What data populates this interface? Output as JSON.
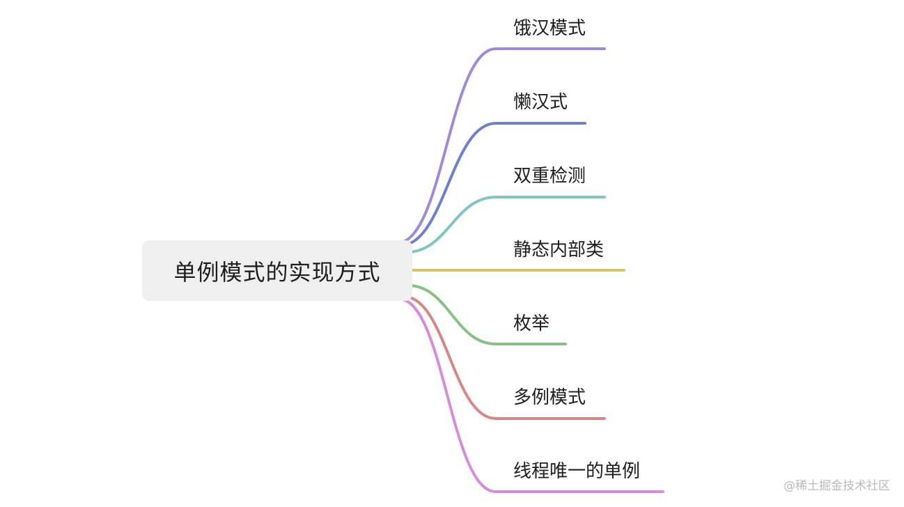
{
  "root": {
    "label": "单例模式的实现方式"
  },
  "branches": [
    {
      "label": "饿汉模式",
      "color": "#a08ad8"
    },
    {
      "label": "懒汉式",
      "color": "#6f7fcf"
    },
    {
      "label": "双重检测",
      "color": "#7fc6c1"
    },
    {
      "label": "静态内部类",
      "color": "#d9c06b"
    },
    {
      "label": "枚举",
      "color": "#86c186"
    },
    {
      "label": "多例模式",
      "color": "#d98686"
    },
    {
      "label": "线程唯一的单例",
      "color": "#d98ad8"
    }
  ],
  "watermark": "@稀土掘金技术社区"
}
